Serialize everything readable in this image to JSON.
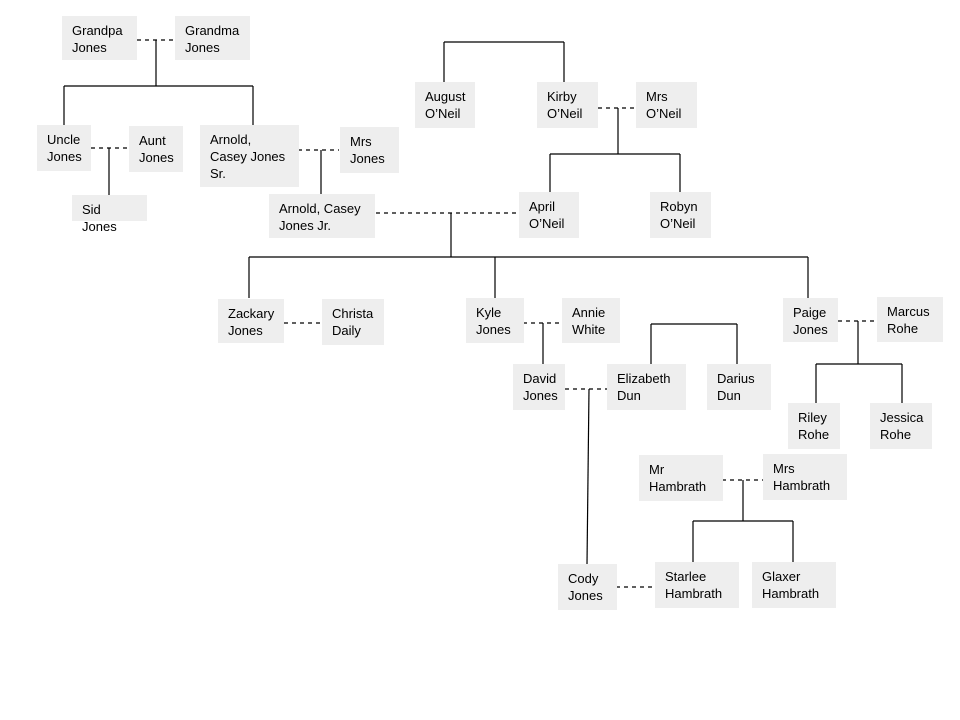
{
  "people": {
    "grandpa_jones": "Grandpa\nJones",
    "grandma_jones": "Grandma\nJones",
    "august_oneil": "August\nO’Neil",
    "kirby_oneil": "Kirby\nO’Neil",
    "mrs_oneil": "Mrs\nO’Neil",
    "uncle_jones": "Uncle\nJones",
    "aunt_jones": "Aunt\nJones",
    "arnold_sr": "Arnold,\nCasey Jones\nSr.",
    "mrs_jones": "Mrs\nJones",
    "sid_jones": "Sid Jones",
    "arnold_jr": "Arnold, Casey\nJones Jr.",
    "april_oneil": "April\nO’Neil",
    "robyn_oneil": "Robyn\nO’Neil",
    "zackary_jones": "Zackary\nJones",
    "christa_daily": "Christa\nDaily",
    "kyle_jones": "Kyle\nJones",
    "annie_white": "Annie\nWhite",
    "paige_jones": "Paige\nJones",
    "marcus_rohe": "Marcus\nRohe",
    "david_jones": "David\nJones",
    "elizabeth_dun": "Elizabeth\nDun",
    "darius_dun": "Darius\nDun",
    "riley_rohe": "Riley\nRohe",
    "jessica_rohe": "Jessica\nRohe",
    "mr_hambrath": "Mr\nHambrath",
    "mrs_hambrath": "Mrs\nHambrath",
    "cody_jones": "Cody\nJones",
    "starlee_hambrath": "Starlee\nHambrath",
    "glaxer_hambrath": "Glaxer\nHambrath"
  }
}
